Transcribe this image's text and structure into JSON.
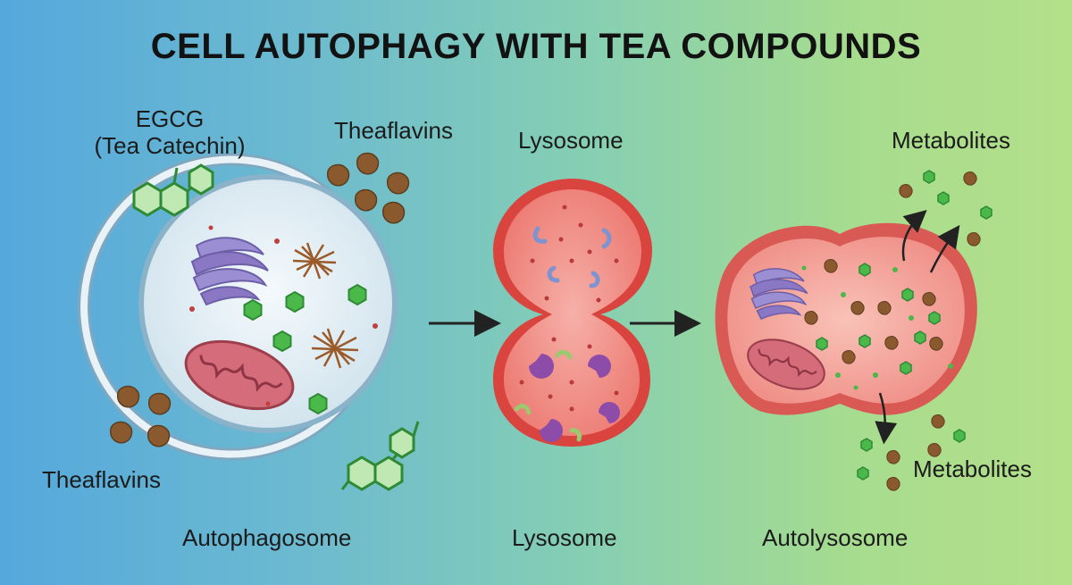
{
  "title": "CELL AUTOPHAGY WITH TEA COMPOUNDS",
  "labels": {
    "egcg_line1": "EGCG",
    "egcg_line2": "(Tea Catechin)",
    "theaflavins_top": "Theaflavins",
    "theaflavins_bottom": "Theaflavins",
    "lysosome_top": "Lysosome",
    "metabolites_top": "Metabolites",
    "metabolites_bottom": "Metabolites",
    "autophagosome": "Autophagosome",
    "lysosome_bottom": "Lysosome",
    "autolysosome": "Autolysosome"
  },
  "colors": {
    "theaflavin": "#8a5a2e",
    "catechin": "#4bb84a",
    "lysosome": "#e5655f",
    "mitochondrion": "#c85a6a",
    "golgi": "#8a78c4"
  }
}
